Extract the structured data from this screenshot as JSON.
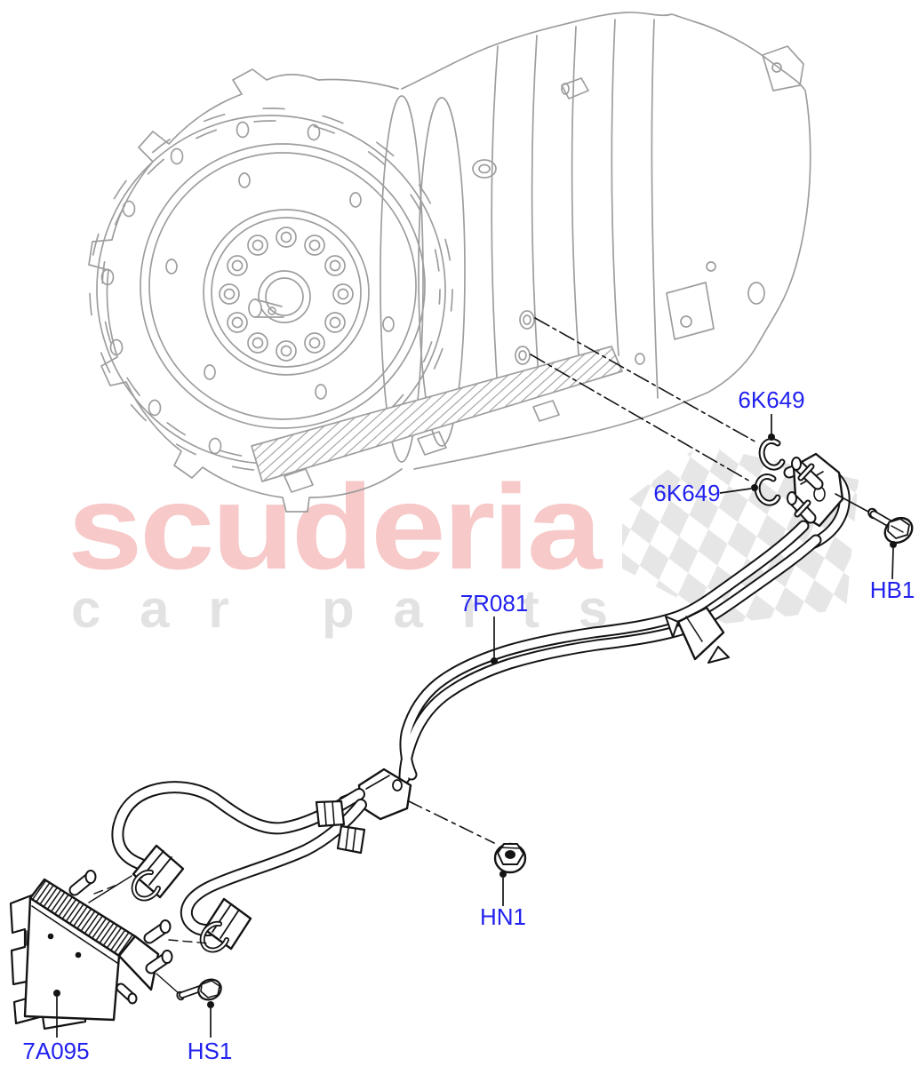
{
  "watermark": {
    "brand": "scuderia",
    "tagline": "car parts"
  },
  "labels": {
    "clip_upper": "6K649",
    "clip_lower": "6K649",
    "bolt_pipe_flange": "HB1",
    "oil_cooler_pipes": "7R081",
    "nut_pipe_bracket": "HN1",
    "oil_cooler": "7A095",
    "bolt_oil_cooler": "HS1"
  },
  "colors": {
    "part_label": "#2222f0",
    "brand_watermark": "#f7c9c9",
    "tagline_watermark": "#e2e2e2",
    "checker_flag": "#e6e6e6",
    "machine_drawing": "#9e9e9e",
    "parts_drawing": "#141414",
    "background": "#ffffff"
  }
}
